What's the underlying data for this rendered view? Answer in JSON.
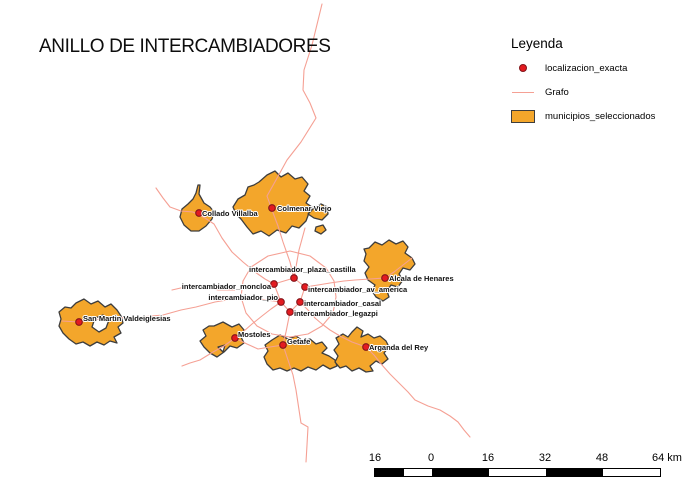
{
  "title": "ANILLO DE INTERCAMBIADORES",
  "legend": {
    "title": "Leyenda",
    "items": [
      {
        "label": "localizacion_exacta",
        "symbol": "point-icon"
      },
      {
        "label": "Grafo",
        "symbol": "line-icon"
      },
      {
        "label": "municipios_seleccionados",
        "symbol": "polygon-icon"
      }
    ]
  },
  "map": {
    "municipalities": [
      {
        "name": "Collado Villalba"
      },
      {
        "name": "Colmenar Viejo"
      },
      {
        "name": "Alcala de Henares"
      },
      {
        "name": "San Martin Valdeiglesias"
      },
      {
        "name": "Mostoles"
      },
      {
        "name": "Getafe"
      },
      {
        "name": "Arganda del Rey"
      }
    ],
    "interchanges": [
      {
        "name": "intercambiador_plaza_castilla"
      },
      {
        "name": "intercambiador_moncloa"
      },
      {
        "name": "intercambiador_av_america"
      },
      {
        "name": "intercambiador_pio"
      },
      {
        "name": "intercambiador_casal"
      },
      {
        "name": "intercambiador_legazpi"
      }
    ]
  },
  "scalebar": {
    "labels": [
      "16",
      "0",
      "16",
      "32",
      "48",
      "64 km"
    ]
  },
  "colors": {
    "municipality_fill": "#F3A62B",
    "municipality_stroke": "#3d3d3d",
    "graph_line": "#F5A094",
    "point_fill": "#E31B20",
    "point_stroke": "#83141a",
    "scalebar_black": "#000000",
    "scalebar_white": "#ffffff"
  }
}
